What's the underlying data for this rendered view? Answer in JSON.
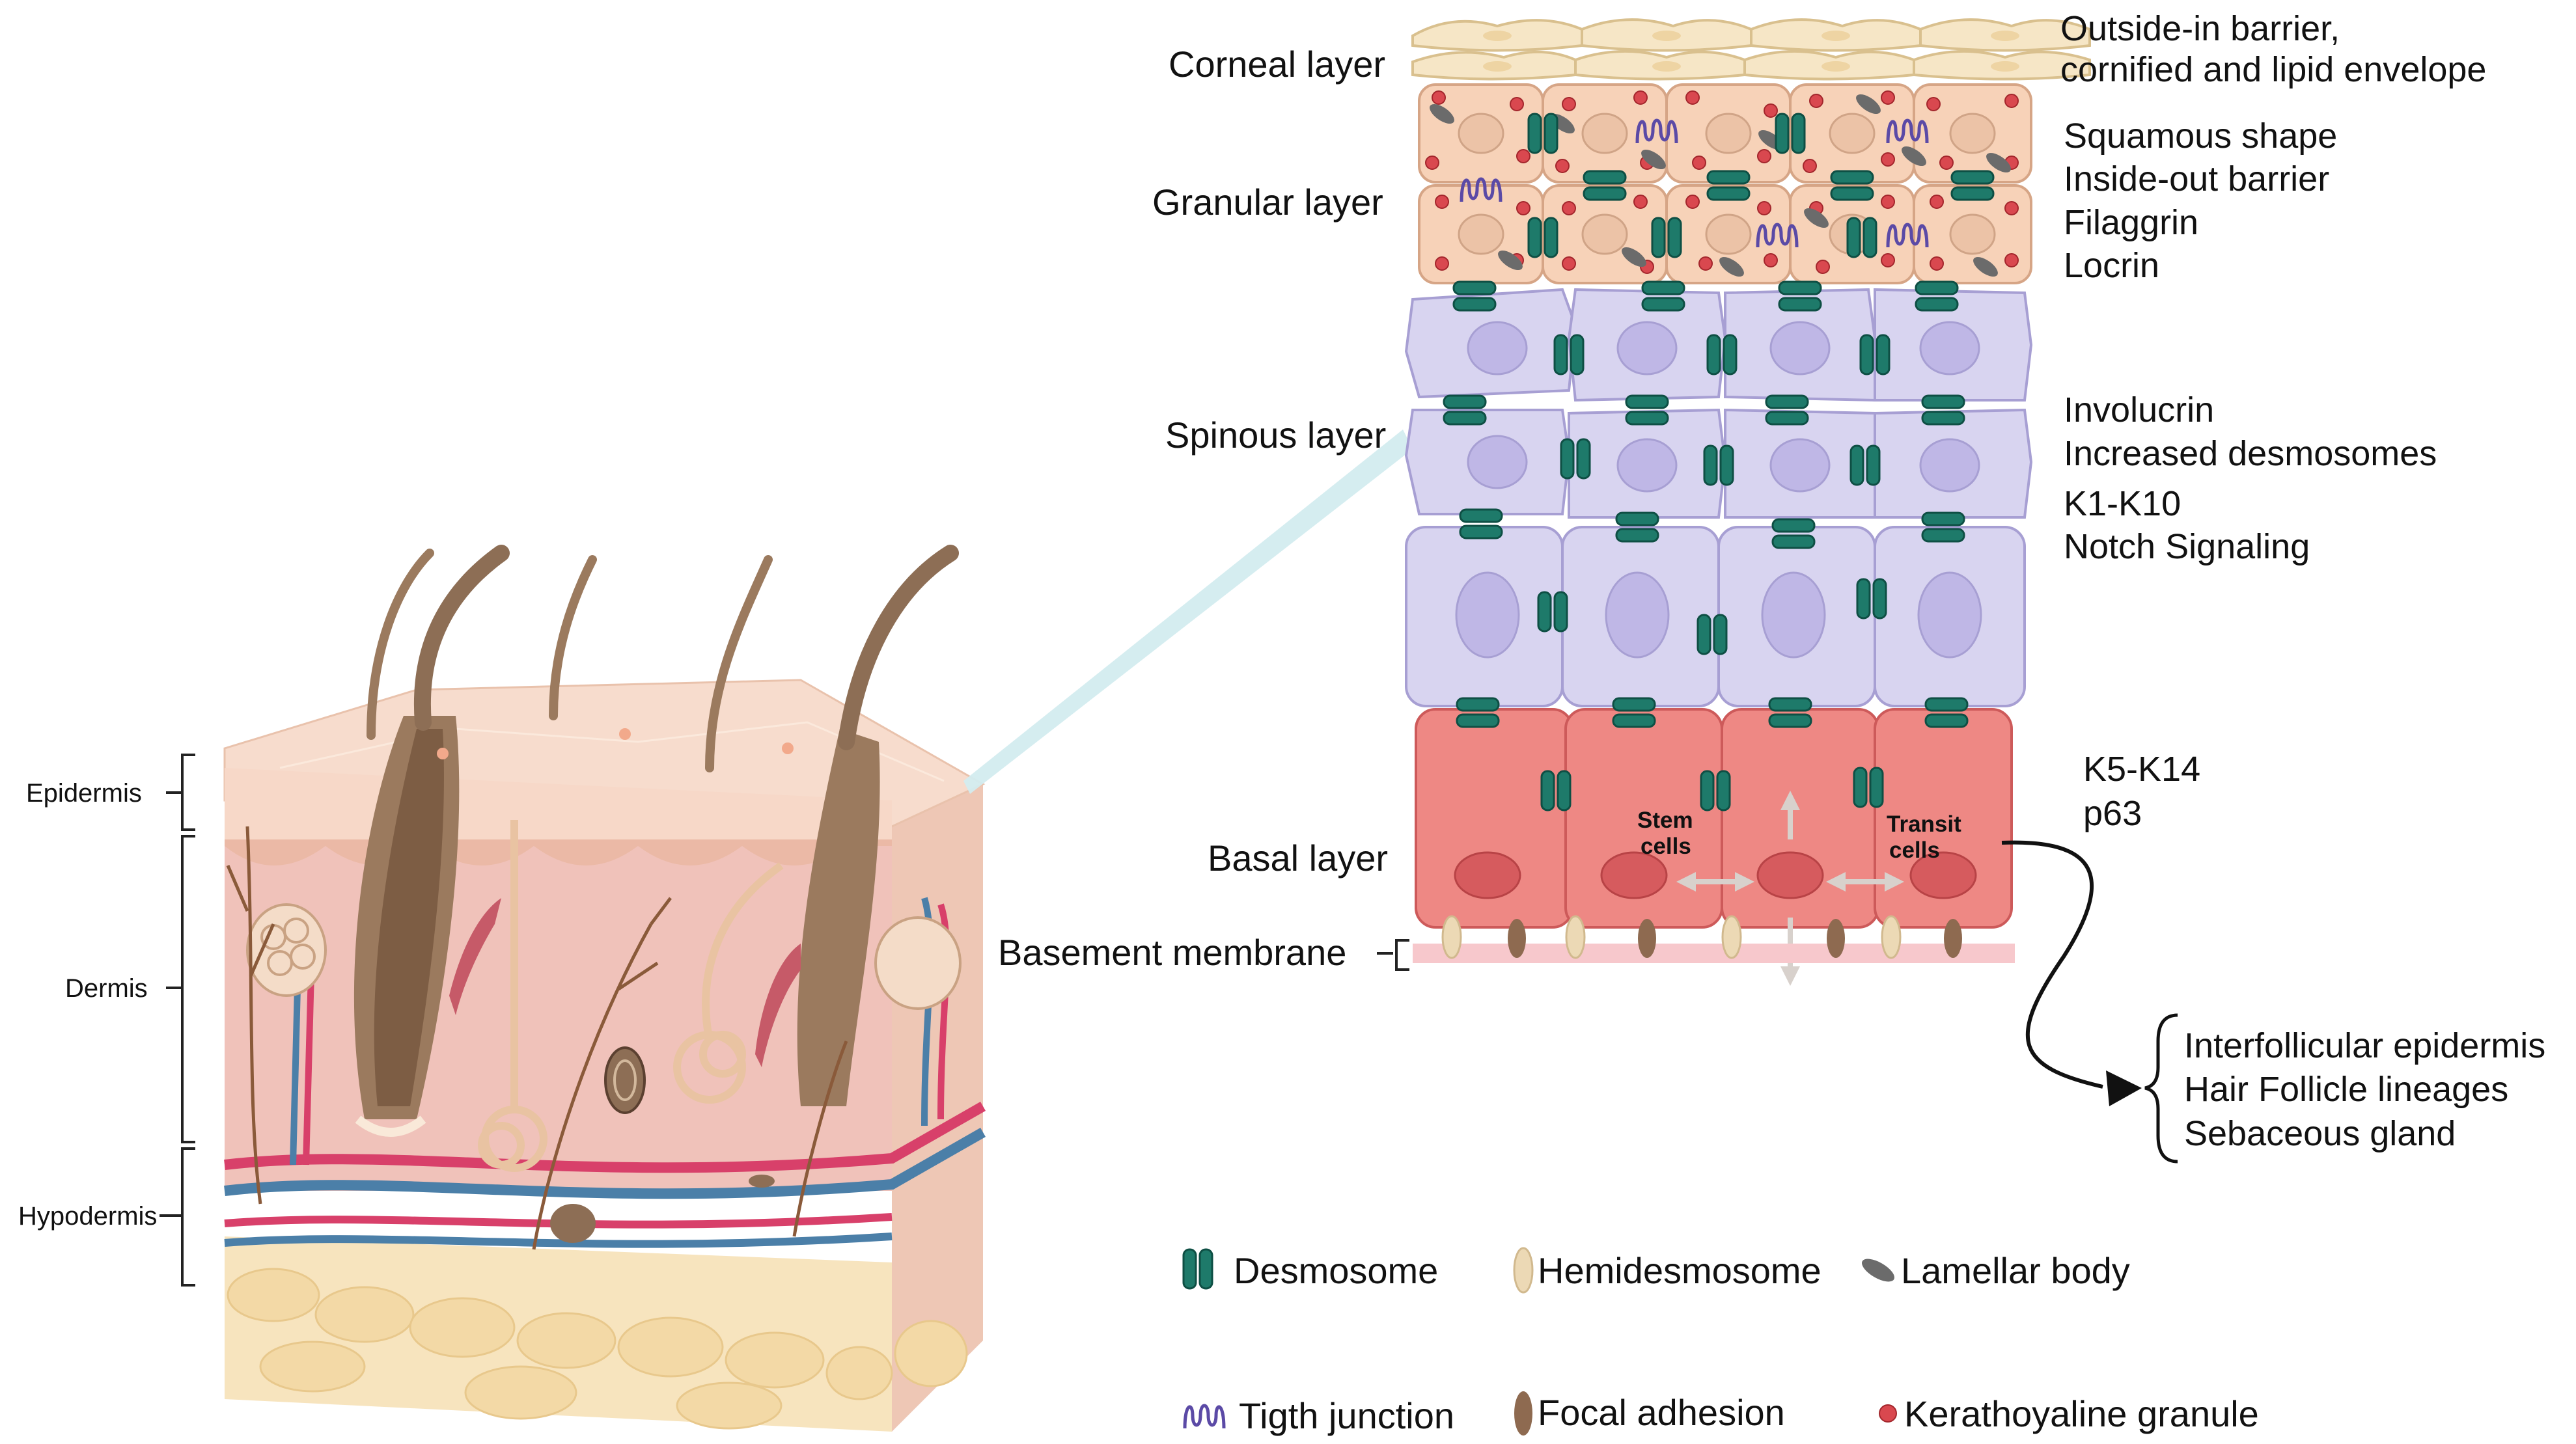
{
  "skin_block": {
    "labels": {
      "epidermis": "Epidermis",
      "dermis": "Dermis",
      "hypodermis": "Hypodermis"
    }
  },
  "layers": {
    "corneal": "Corneal layer",
    "granular": "Granular layer",
    "spinous": "Spinous layer",
    "basal": "Basal layer",
    "basement": "Basement membrane"
  },
  "descriptions": {
    "corneal": [
      "Outside-in barrier,",
      " cornified and lipid envelope"
    ],
    "granular": [
      "Squamous shape",
      "Inside-out barrier",
      "Filaggrin",
      "Locrin"
    ],
    "spinous": [
      "Involucrin",
      "Increased desmosomes",
      "K1-K10",
      "Notch Signaling"
    ],
    "basal": [
      "K5-K14",
      "p63"
    ]
  },
  "basal_labels": {
    "stem": [
      "Stem",
      "cells"
    ],
    "transit": [
      "Transit",
      "cells"
    ]
  },
  "lineages": [
    "Interfollicular epidermis",
    "Hair Follicle lineages",
    "Sebaceous gland"
  ],
  "legend": [
    {
      "key": "desmosome",
      "label": "Desmosome"
    },
    {
      "key": "hemidesmosome",
      "label": "Hemidesmosome"
    },
    {
      "key": "lamellar",
      "label": "Lamellar body"
    },
    {
      "key": "tight",
      "label": "Tigth junction"
    },
    {
      "key": "focal",
      "label": "Focal adhesion"
    },
    {
      "key": "granule",
      "label": "Kerathoyaline granule"
    }
  ],
  "colors": {
    "desmosome": "#1e7a6a",
    "hemidesmosome": "#ecd9b5",
    "lamellar": "#6b6b6b",
    "tight_junction": "#5b4aa6",
    "focal_adhesion": "#8e6a50",
    "granule": "#d9484f",
    "corneal": "#f6e6c6",
    "granular": "#f7d2b8",
    "spinous": "#d8d4f0",
    "basal": "#ee8884",
    "basement": "#f7c8cc",
    "zoom_cone": "#d3ecef"
  }
}
